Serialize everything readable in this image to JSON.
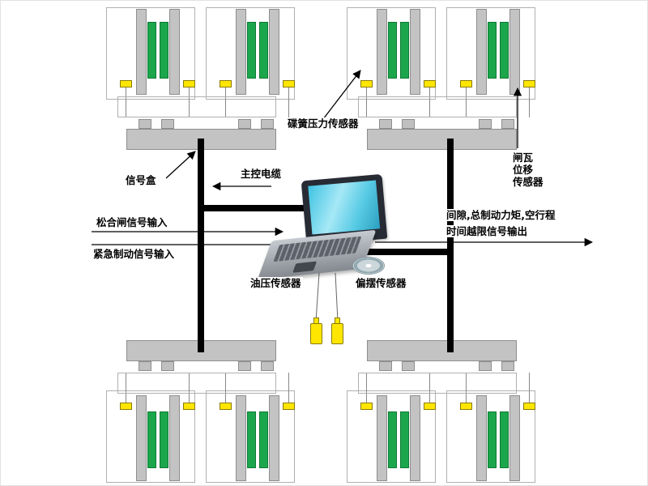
{
  "labels": {
    "disc_spring_pressure_sensor": "碟簧压力传感器",
    "signal_box": "信号盒",
    "main_control_cable": "主控电缆",
    "brake_release_signal_input": "松合闸信号输入",
    "emergency_brake_signal_input": "紧急制动信号输入",
    "oil_pressure_sensor": "油压传感器",
    "deflection_sensor": "偏摆传感器",
    "shoe_displacement_line1": "闸瓦",
    "shoe_displacement_line2": "位移",
    "shoe_displacement_line3": "传感器",
    "output_signal_line1": "间隙,总制动力矩,空行程",
    "output_signal_line2": "时间越限信号输出"
  },
  "colors": {
    "plate-gray": "#c3c3c3",
    "pad-green": "#1ca64c",
    "sensor-yellow": "#ffe600",
    "cable-black": "#000000"
  }
}
